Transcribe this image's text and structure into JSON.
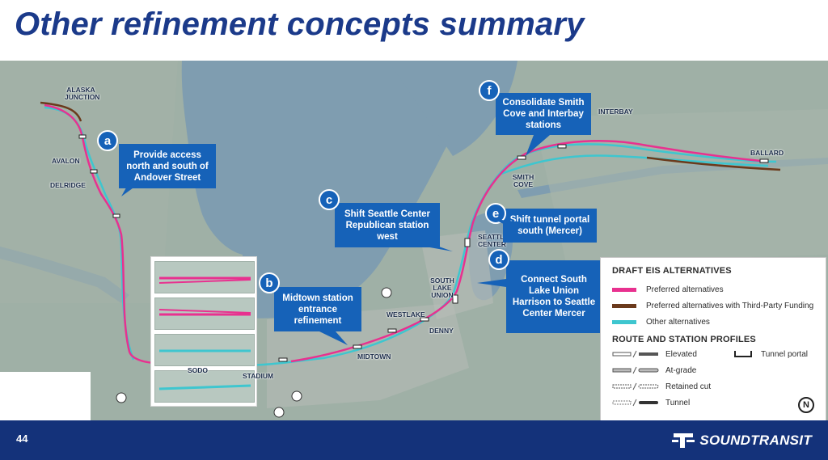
{
  "slide": {
    "title": "Other refinement concepts summary",
    "page_number": "44",
    "brand": "SOUNDTRANSIT"
  },
  "colors": {
    "preferred": "#e8318f",
    "third_party": "#6b3a1c",
    "other": "#3ec6cf",
    "callout": "#1662b8",
    "footer": "#14327a",
    "title": "#1b3a8a"
  },
  "callouts": [
    {
      "letter": "a",
      "text": "Provide access north and south of Andover Street"
    },
    {
      "letter": "b",
      "text": "Midtown station entrance refinement"
    },
    {
      "letter": "c",
      "text": "Shift Seattle Center Republican station west"
    },
    {
      "letter": "d",
      "text": "Connect South Lake Union Harrison to Seattle Center Mercer"
    },
    {
      "letter": "e",
      "text": "Shift tunnel portal south (Mercer)"
    },
    {
      "letter": "f",
      "text": "Consolidate Smith Cove and Interbay stations"
    }
  ],
  "stations": {
    "alaska_junction": "ALASKA JUNCTION",
    "avalon": "AVALON",
    "delridge": "DELRIDGE",
    "sodo": "SODO",
    "stadium": "STADIUM",
    "midtown": "MIDTOWN",
    "westlake": "WESTLAKE",
    "denny": "DENNY",
    "south_lake_union": "SOUTH LAKE UNION",
    "seattle_center": "SEATTLE CENTER",
    "smith_cove": "SMITH COVE",
    "interbay": "INTERBAY",
    "ballard": "BALLARD"
  },
  "legend": {
    "alternatives_heading": "DRAFT EIS ALTERNATIVES",
    "alternatives": [
      {
        "label": "Preferred alternatives",
        "color": "#e8318f"
      },
      {
        "label": "Preferred alternatives with Third-Party Funding",
        "color": "#6b3a1c"
      },
      {
        "label": "Other alternatives",
        "color": "#3ec6cf"
      }
    ],
    "profiles_heading": "ROUTE AND STATION PROFILES",
    "profiles": {
      "elevated": "Elevated",
      "at_grade": "At-grade",
      "retained_cut": "Retained cut",
      "tunnel": "Tunnel",
      "tunnel_portal": "Tunnel portal"
    },
    "north": "N"
  }
}
